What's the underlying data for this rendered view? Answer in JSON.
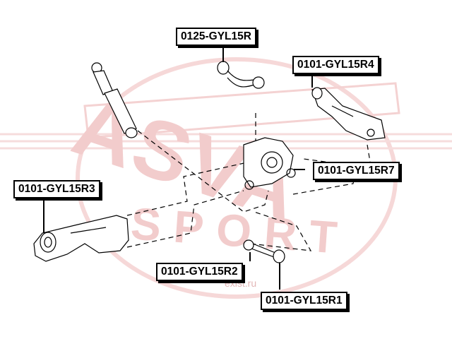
{
  "watermark": {
    "brand": "ASVA",
    "sub": "SPORT",
    "site": "exist.ru",
    "color": "#f2cccc"
  },
  "labels": [
    {
      "id": "0125-GYL15R",
      "text": "0125-GYL15R"
    },
    {
      "id": "0101-GYL15R4",
      "text": "0101-GYL15R4"
    },
    {
      "id": "0101-GYL15R7",
      "text": "0101-GYL15R7"
    },
    {
      "id": "0101-GYL15R3",
      "text": "0101-GYL15R3"
    },
    {
      "id": "0101-GYL15R2",
      "text": "0101-GYL15R2"
    },
    {
      "id": "0101-GYL15R1",
      "text": "0101-GYL15R1"
    }
  ]
}
